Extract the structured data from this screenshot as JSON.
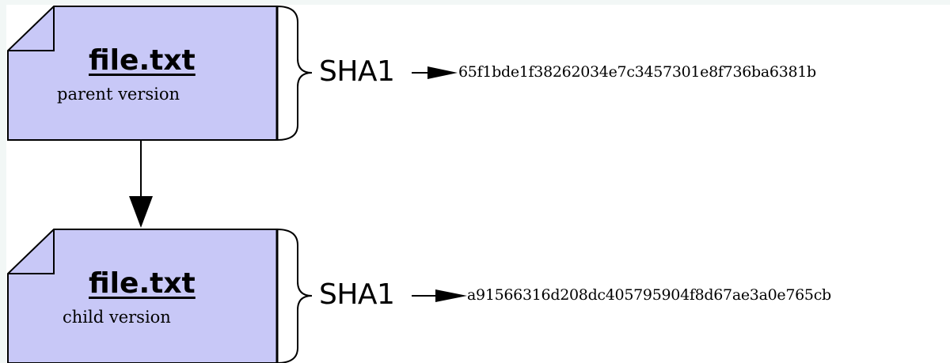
{
  "parent": {
    "filename": "file.txt",
    "caption": "parent version",
    "hash_label": "SHA1",
    "hash": "65f1bde1f38262034e7c3457301e8f736ba6381b"
  },
  "child": {
    "filename": "file.txt",
    "caption": "child version",
    "hash_label": "SHA1",
    "hash": "a91566316d208dc405795904f8d67ae3a0e765cb"
  },
  "colors": {
    "document_fill": "#c8c8f7",
    "stroke": "#000000",
    "background": "#ffffff"
  }
}
